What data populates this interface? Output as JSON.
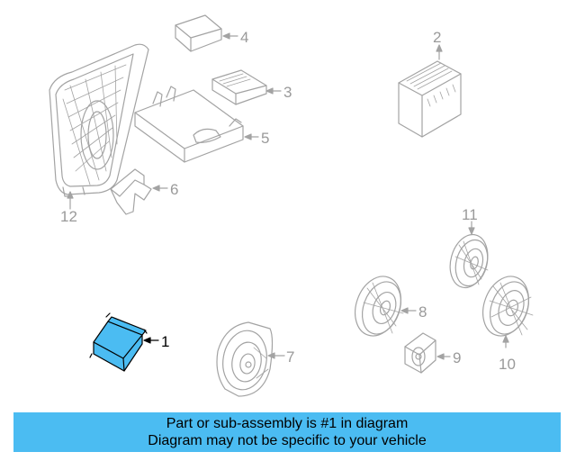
{
  "diagram": {
    "callouts": {
      "c1": "1",
      "c2": "2",
      "c3": "3",
      "c4": "4",
      "c5": "5",
      "c6": "6",
      "c7": "7",
      "c8": "8",
      "c9": "9",
      "c10": "10",
      "c11": "11",
      "c12": "12"
    },
    "highlight_color": "#4bbcf2",
    "part_line_color": "#a0a0a0"
  },
  "banner": {
    "line1": "Part or sub-assembly is #1 in diagram",
    "line2": "Diagram may not be specific to your vehicle",
    "background": "#4bbcf2"
  }
}
